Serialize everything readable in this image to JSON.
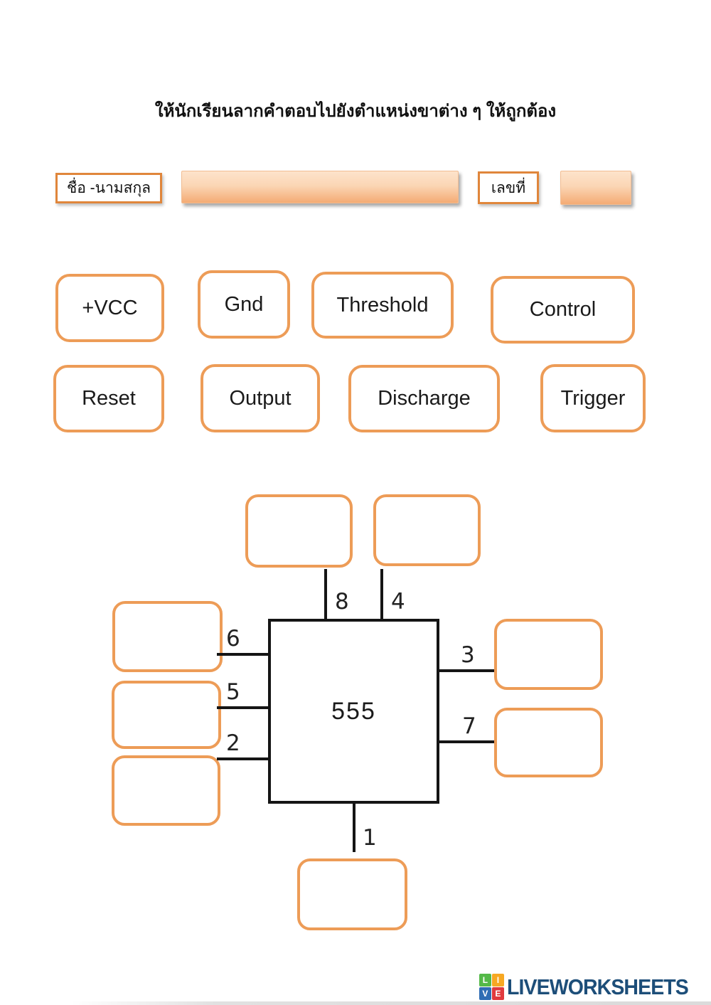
{
  "page": {
    "title": "ให้นักเรียนลากคำตอบไปยังตำแหน่งขาต่าง ๆ ให้ถูกต้อง"
  },
  "name_row": {
    "name_label": "ชื่อ -นามสกุล",
    "name_value": "",
    "number_label": "เลขที่",
    "number_value": ""
  },
  "word_bank": {
    "items": [
      "+VCC",
      "Gnd",
      "Threshold",
      "Control",
      "Reset",
      "Output",
      "Discharge",
      "Trigger"
    ]
  },
  "diagram": {
    "ic_label": "555",
    "pins": {
      "top": [
        "8",
        "4"
      ],
      "left": [
        "6",
        "5",
        "2"
      ],
      "right": [
        "3",
        "7"
      ],
      "bottom": [
        "1"
      ]
    }
  },
  "footer": {
    "brand": "LIVEWORKSHEETS",
    "logo_letters": [
      "L",
      "I",
      "V",
      "E"
    ],
    "logo_colors": [
      "#54b948",
      "#f7a823",
      "#2f6db4",
      "#e03a3e"
    ],
    "brand_color": "#1d4e79"
  },
  "colors": {
    "answer_border": "#ed9c57",
    "header_border": "#e0863b",
    "fill_gradient_top": "#fde3cb",
    "fill_gradient_bottom": "#f4ab74",
    "line": "#151515"
  }
}
